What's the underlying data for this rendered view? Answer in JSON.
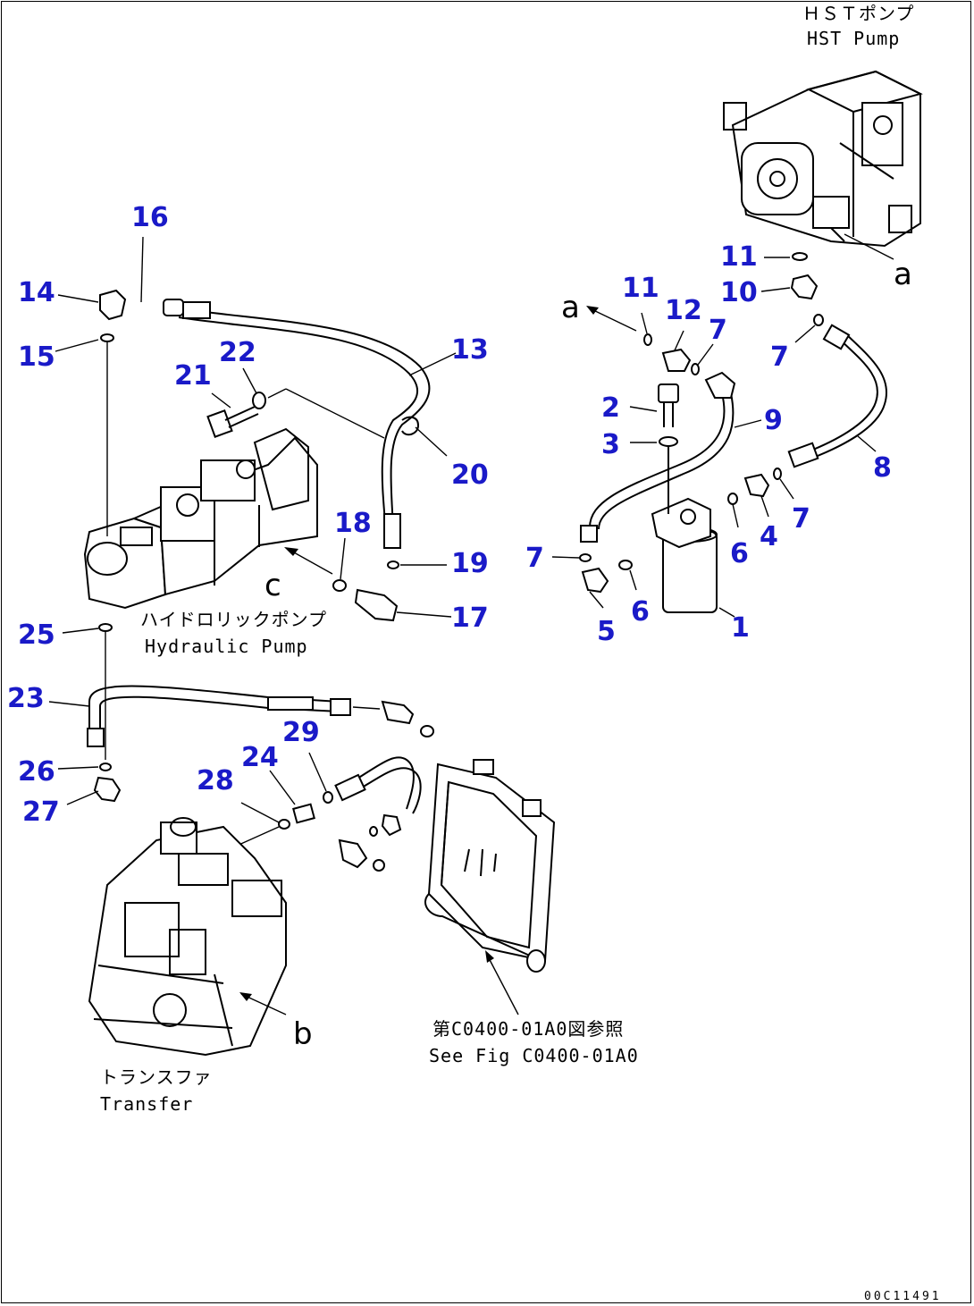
{
  "callouts": [
    {
      "id": "1",
      "text": "1"
    },
    {
      "id": "2",
      "text": "2"
    },
    {
      "id": "3",
      "text": "3"
    },
    {
      "id": "4",
      "text": "4"
    },
    {
      "id": "5",
      "text": "5"
    },
    {
      "id": "6a",
      "text": "6"
    },
    {
      "id": "6b",
      "text": "6"
    },
    {
      "id": "7a",
      "text": "7"
    },
    {
      "id": "7b",
      "text": "7"
    },
    {
      "id": "7c",
      "text": "7"
    },
    {
      "id": "7d",
      "text": "7"
    },
    {
      "id": "8",
      "text": "8"
    },
    {
      "id": "9",
      "text": "9"
    },
    {
      "id": "10",
      "text": "10"
    },
    {
      "id": "11a",
      "text": "11"
    },
    {
      "id": "11b",
      "text": "11"
    },
    {
      "id": "12",
      "text": "12"
    },
    {
      "id": "13",
      "text": "13"
    },
    {
      "id": "14",
      "text": "14"
    },
    {
      "id": "15",
      "text": "15"
    },
    {
      "id": "16",
      "text": "16"
    },
    {
      "id": "17",
      "text": "17"
    },
    {
      "id": "18",
      "text": "18"
    },
    {
      "id": "19",
      "text": "19"
    },
    {
      "id": "20",
      "text": "20"
    },
    {
      "id": "21",
      "text": "21"
    },
    {
      "id": "22",
      "text": "22"
    },
    {
      "id": "23",
      "text": "23"
    },
    {
      "id": "24",
      "text": "24"
    },
    {
      "id": "25",
      "text": "25"
    },
    {
      "id": "26",
      "text": "26"
    },
    {
      "id": "27",
      "text": "27"
    },
    {
      "id": "28",
      "text": "28"
    },
    {
      "id": "29",
      "text": "29"
    }
  ],
  "labels": {
    "hst_pump_jp": "ＨＳＴポンプ",
    "hst_pump_en": "HST Pump",
    "hydraulic_pump_jp": "ハイドロリックポンプ",
    "hydraulic_pump_en": "Hydraulic Pump",
    "transfer_jp": "トランスファ",
    "transfer_en": "Transfer",
    "see_fig_jp": "第C0400-01A0図参照",
    "see_fig_en": "See Fig C0400-01A0"
  },
  "markers": {
    "a1": "a",
    "a2": "a",
    "b1": "b",
    "c1": "c"
  },
  "drawing_code": "00C11491"
}
